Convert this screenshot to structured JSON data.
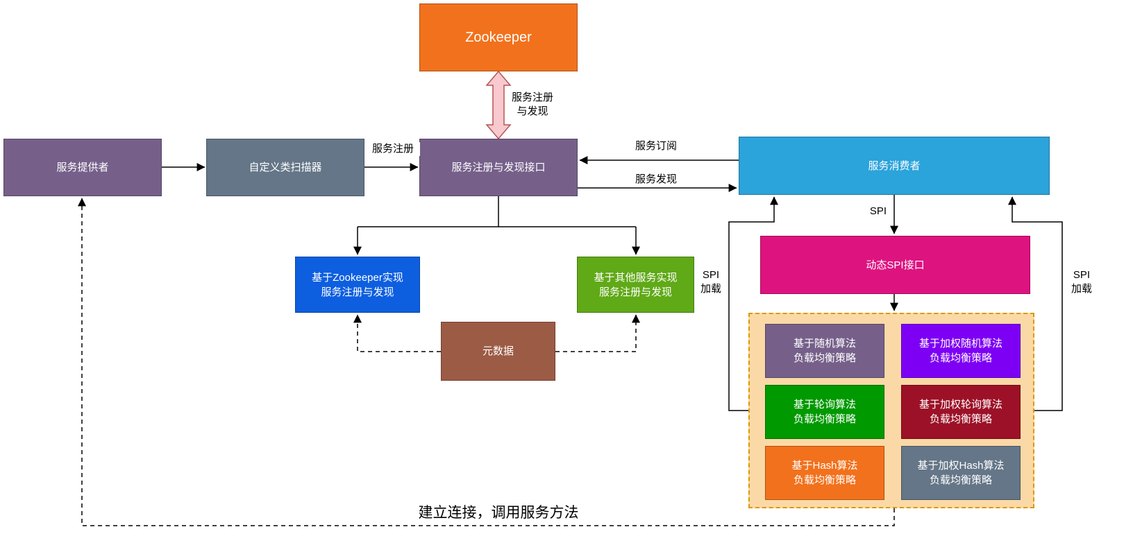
{
  "diagram": {
    "nodes": {
      "zookeeper": {
        "label": "Zookeeper",
        "color": "#F2711C"
      },
      "service_provider": {
        "label": "服务提供者",
        "color": "#76608A"
      },
      "class_scanner": {
        "label": "自定义类扫描器",
        "color": "#647687"
      },
      "registry_interface": {
        "label": "服务注册与发现接口",
        "color": "#76608A"
      },
      "service_consumer": {
        "label": "服务消费者",
        "color": "#2BA3DB"
      },
      "zookeeper_impl": {
        "label": "基于Zookeeper实现\n服务注册与发现",
        "color": "#0D5FE0"
      },
      "other_impl": {
        "label": "基于其他服务实现\n服务注册与发现",
        "color": "#60A917"
      },
      "metadata": {
        "label": "元数据",
        "color": "#9C5B45"
      },
      "dynamic_spi": {
        "label": "动态SPI接口",
        "color": "#DD1380"
      },
      "lb_random": {
        "label": "基于随机算法\n负载均衡策略",
        "color": "#76608A"
      },
      "lb_weighted_random": {
        "label": "基于加权随机算法\n负载均衡策略",
        "color": "#7D00F5"
      },
      "lb_round_robin": {
        "label": "基于轮询算法\n负载均衡策略",
        "color": "#009900"
      },
      "lb_weighted_round_robin": {
        "label": "基于加权轮询算法\n负载均衡策略",
        "color": "#9C1127"
      },
      "lb_hash": {
        "label": "基于Hash算法\n负载均衡策略",
        "color": "#F2711C"
      },
      "lb_weighted_hash": {
        "label": "基于加权Hash算法\n负载均衡策略",
        "color": "#647687"
      }
    },
    "edge_labels": {
      "register_and_discover": "服务注册\n与发现",
      "service_register": "服务注册",
      "service_subscribe": "服务订阅",
      "service_discover": "服务发现",
      "spi": "SPI",
      "spi_load_left": "SPI\n加载",
      "spi_load_right": "SPI\n加载",
      "connect_and_call": "建立连接，调用服务方法"
    },
    "colors": {
      "edge": "#000000",
      "double_arrow_fill": "#F8C9CF",
      "double_arrow_stroke": "#B85450",
      "lb_container_fill": "#FBD9A6",
      "lb_container_border": "#D79B00"
    }
  }
}
